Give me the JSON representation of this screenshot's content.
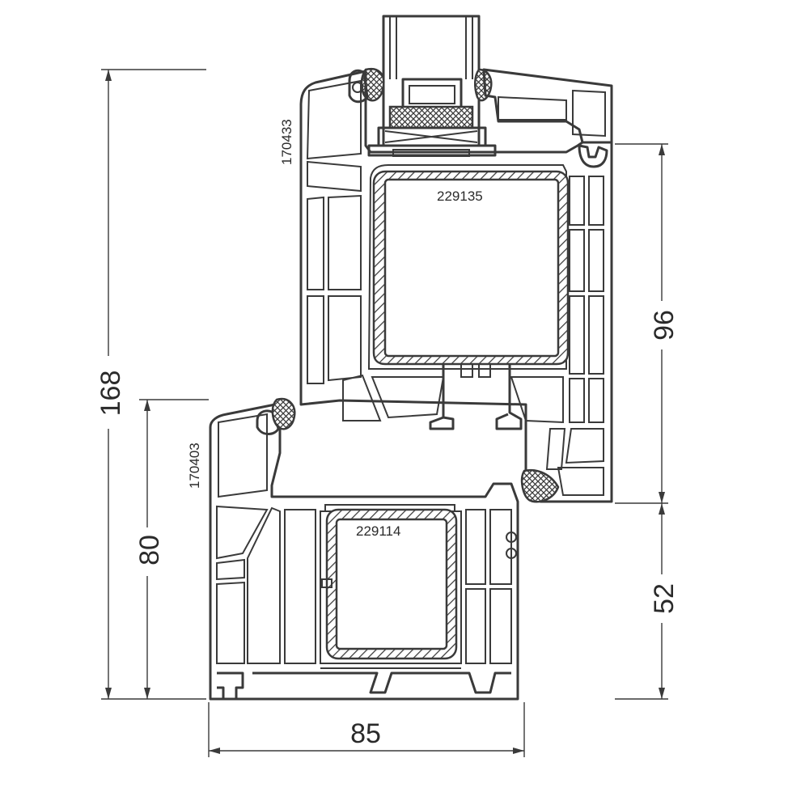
{
  "dimensions": {
    "overall_height": "168",
    "sash_height": "96",
    "frame_height_left": "80",
    "frame_height_right": "52",
    "frame_width": "85"
  },
  "profile_codes": {
    "sash_profile": "170433",
    "frame_profile": "170403",
    "sash_reinforcement": "229135",
    "frame_reinforcement": "229114"
  },
  "colors": {
    "line": "#3a3a3a",
    "background": "#ffffff"
  }
}
